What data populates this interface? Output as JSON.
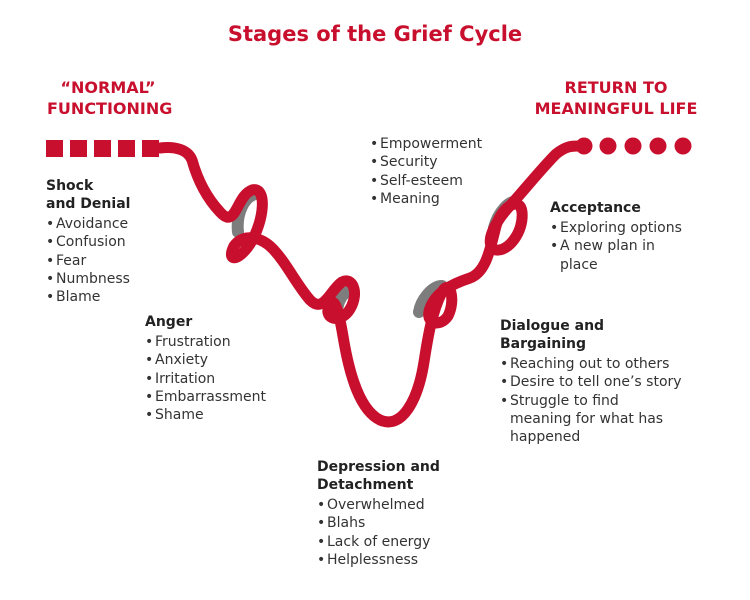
{
  "title": "Stages of the Grief Cycle",
  "start_label": {
    "line1": "“NORMAL”",
    "line2": "FUNCTIONING"
  },
  "end_label": {
    "line1": "RETURN TO",
    "line2": "MEANINGFUL LIFE"
  },
  "colors": {
    "ribbon": "#c8102e",
    "ribbon_inner": "#7a7a7a",
    "text": "#333333",
    "title": "#c8102e"
  },
  "stages": {
    "shock": {
      "title_l1": "Shock",
      "title_l2": "and Denial",
      "items": [
        "Avoidance",
        "Confusion",
        "Fear",
        "Numbness",
        "Blame"
      ]
    },
    "anger": {
      "title_l1": "Anger",
      "title_l2": "",
      "items": [
        "Frustration",
        "Anxiety",
        "Irritation",
        "Embarrassment",
        "Shame"
      ]
    },
    "depression": {
      "title_l1": "Depression and",
      "title_l2": "Detachment",
      "items": [
        "Overwhelmed",
        "Blahs",
        "Lack of energy",
        "Helplessness"
      ]
    },
    "dialogue": {
      "title_l1": "Dialogue and",
      "title_l2": "Bargaining",
      "items": [
        "Reaching out to others",
        "Desire to tell one’s story",
        "Struggle to find meaning for what has happened"
      ]
    },
    "empowerment": {
      "items": [
        "Empowerment",
        "Security",
        "Self-esteem",
        "Meaning"
      ]
    },
    "acceptance": {
      "title_l1": "Acceptance",
      "title_l2": "",
      "items": [
        "Exploring options",
        "A new plan in place"
      ]
    }
  }
}
